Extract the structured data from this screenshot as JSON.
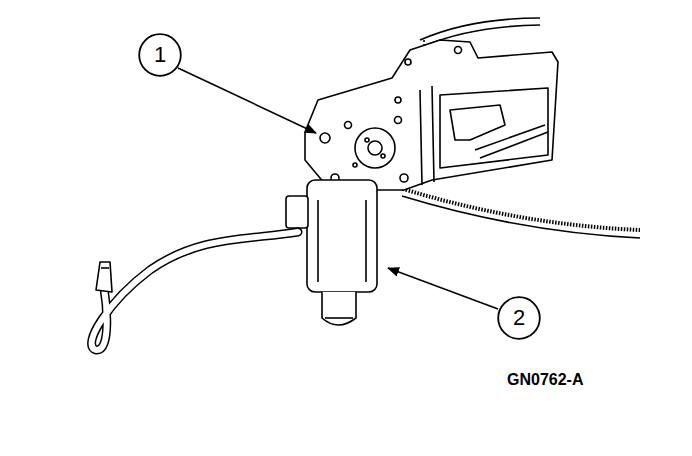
{
  "diagram": {
    "nodes": [
      {
        "text": [
          "1"
        ]
      },
      {
        "text": [
          "2"
        ]
      }
    ],
    "labels": [
      "GN0762-A"
    ]
  }
}
